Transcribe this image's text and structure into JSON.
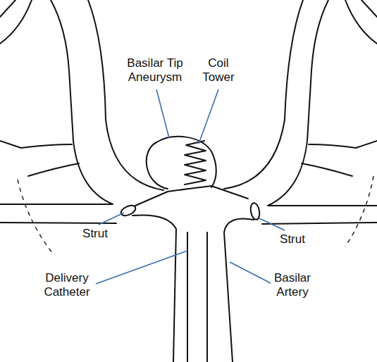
{
  "diagram": {
    "labels": [
      "Basilar Tip Aneurysm",
      "Coil Tower",
      "Strut",
      "Strut",
      "Delivery Catheter",
      "Basilar Artery"
    ]
  }
}
